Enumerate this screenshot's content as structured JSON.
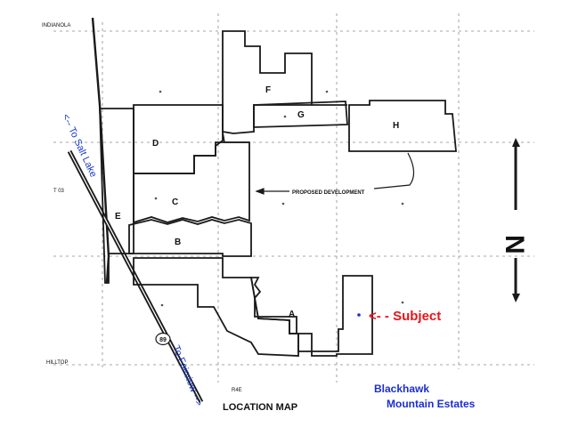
{
  "map": {
    "place_labels": {
      "top_left": "INDIANOLA",
      "left_mid": "T 03",
      "bottom_left": "HILLTOP",
      "bottom_center": "R4E"
    },
    "parcels": [
      "A",
      "B",
      "C",
      "D",
      "E",
      "F",
      "G",
      "H"
    ],
    "proposed_development_label": "PROPOSED DEVELOPMENT",
    "route_marker": "89",
    "road_labels": {
      "to_salt_lake": "<-- To Salt Lake",
      "to_fairview": "To Fairview -->"
    },
    "location_map_title": "LOCATION MAP",
    "subject_label": "<- - Subject",
    "estate_name_line1": "Blackhawk",
    "estate_name_line2": "Mountain Estates",
    "north_arrow_letter": "N",
    "colors": {
      "subject": "#e8141a",
      "estate_name": "#1a2fd0",
      "road_label": "#1a3ac8",
      "lines": "#1a1a1a"
    }
  }
}
